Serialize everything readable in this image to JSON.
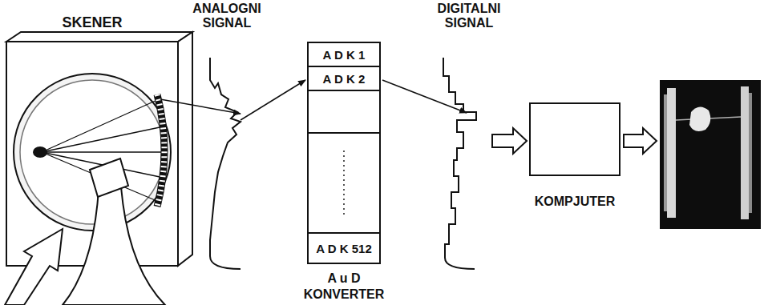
{
  "diagram": {
    "nodes": [
      {
        "text": [
          "A u D KONVERTER"
        ]
      },
      {
        "text": [
          "A D K 1"
        ],
        "in": 0
      },
      {
        "text": [
          "A D K 2"
        ],
        "in": 0
      },
      {
        "text": [
          "A D K 512"
        ],
        "in": 0
      },
      {
        "text": [
          "KOMPJUTER"
        ]
      }
    ],
    "labels": [
      "SKENER",
      "ANALOGNI SIGNAL",
      "DIGITALNI SIGNAL"
    ]
  }
}
